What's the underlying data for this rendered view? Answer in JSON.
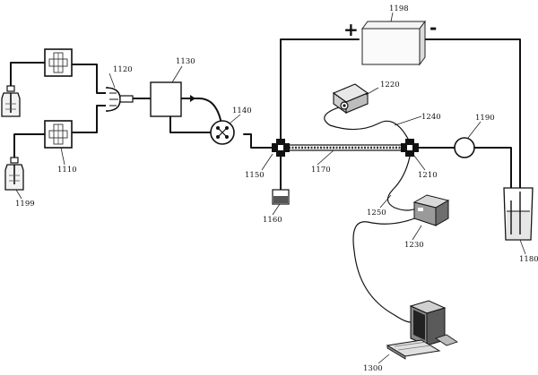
{
  "labels": {
    "l1120": "1120",
    "l1130": "1130",
    "l1140": "1140",
    "l1110": "1110",
    "l1199": "1199",
    "l1150": "1150",
    "l1160": "1160",
    "l1170": "1170",
    "l1198": "1198",
    "l1220": "1220",
    "l1240": "1240",
    "l1190": "1190",
    "l1210": "1210",
    "l1250": "1250",
    "l1230": "1230",
    "l1180": "1180",
    "l1300": "1300"
  },
  "power_supply": {
    "plus": "+",
    "minus": "-"
  },
  "icons": [
    "reservoir-bottle-icon",
    "pump-icon",
    "mixer-icon",
    "injector-valve-icon",
    "cross-junction-icon",
    "capillary-column-icon",
    "light-source-icon",
    "detector-icon",
    "computer-icon",
    "waste-beaker-icon",
    "power-supply-icon",
    "flow-sensor-icon"
  ]
}
